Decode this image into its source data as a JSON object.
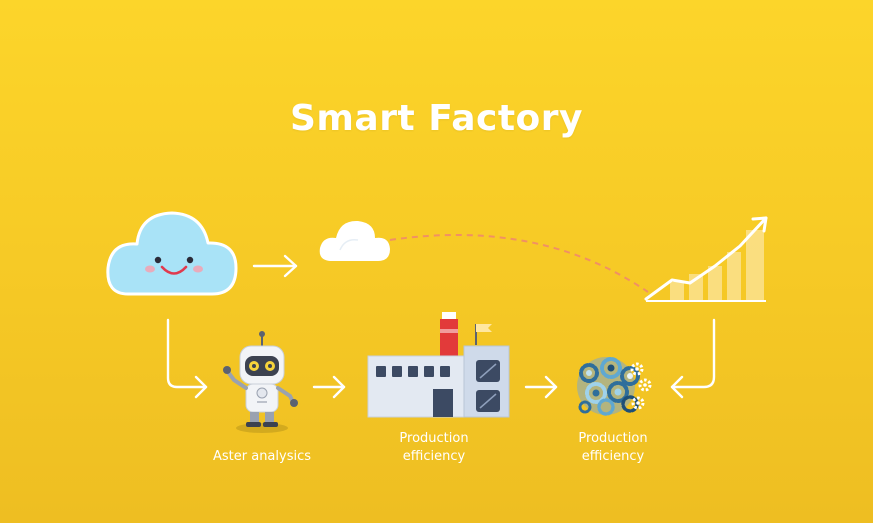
{
  "title": "Smart Factory",
  "nodes": {
    "analytics": {
      "label": "Aster analysics"
    },
    "factory": {
      "label_lines": [
        "Production",
        "efficiency"
      ]
    },
    "gears": {
      "label_lines": [
        "Production",
        "efficiency"
      ]
    }
  },
  "colors": {
    "background": "#F9CF28",
    "text": "#FFFFFF",
    "cloud_fill": "#A9E3F7",
    "factory_wall": "#E3E9F2",
    "chimney_red": "#E23A3A",
    "dashed_path": "#F08A6C",
    "chart_bars": "#FBE08A"
  }
}
